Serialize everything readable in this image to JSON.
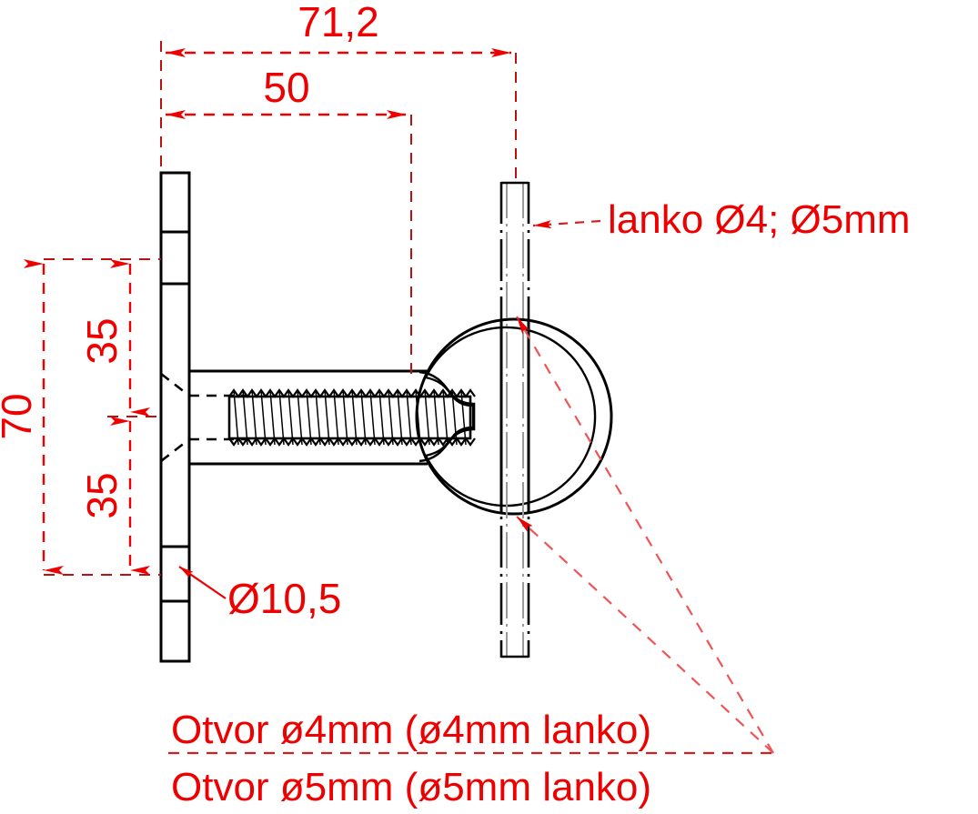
{
  "drawing": {
    "title": "technical-drawing-cable-holder",
    "accent_color": "#ee0000",
    "line_color": "#000000",
    "background": "#ffffff",
    "dimensions": {
      "overall_length": "71,2",
      "thread_length": "50",
      "plate_height": "70",
      "hole_spacing_upper": "35",
      "hole_spacing_lower": "35",
      "hole_diameter": "Ø10,5"
    },
    "labels": {
      "cable_callout": "lanko Ø4; Ø5mm",
      "note_line_1": "Otvor ø4mm (ø4mm lanko)",
      "note_line_2": "Otvor ø5mm (ø5mm lanko)"
    },
    "icons": {
      "arrow": "arrow-head-icon",
      "diameter_symbol": "Ø"
    }
  }
}
